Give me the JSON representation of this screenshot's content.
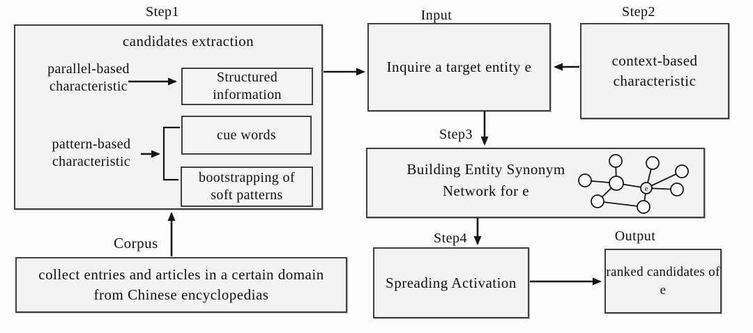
{
  "canvas": {
    "background": "#fdfdfd",
    "box_fill": "#f3f3f4",
    "border_color": "#3f3f3f",
    "arrow_color": "#141414"
  },
  "step1": {
    "label": "Step1",
    "title": "candidates extraction",
    "parallel_characteristic": "parallel-based\ncharacteristic",
    "pattern_characteristic": "pattern-based\ncharacteristic",
    "structured_information": "Structured\ninformation",
    "cue_words": "cue words",
    "bootstrapping": "bootstrapping of\nsoft patterns"
  },
  "corpus": {
    "label": "Corpus",
    "text": "collect entries and articles in a certain domain\nfrom Chinese encyclopedias"
  },
  "input": {
    "label": "Input",
    "text": "Inquire a target entity e"
  },
  "step2": {
    "label": "Step2",
    "text": "context-based\ncharacteristic"
  },
  "step3": {
    "label": "Step3",
    "text": "Building Entity Synonym\nNetwork for e",
    "network_center_label": "e"
  },
  "step4": {
    "label": "Step4",
    "text": "Spreading Activation"
  },
  "output": {
    "label": "Output",
    "text": "ranked candidates of\ne"
  }
}
